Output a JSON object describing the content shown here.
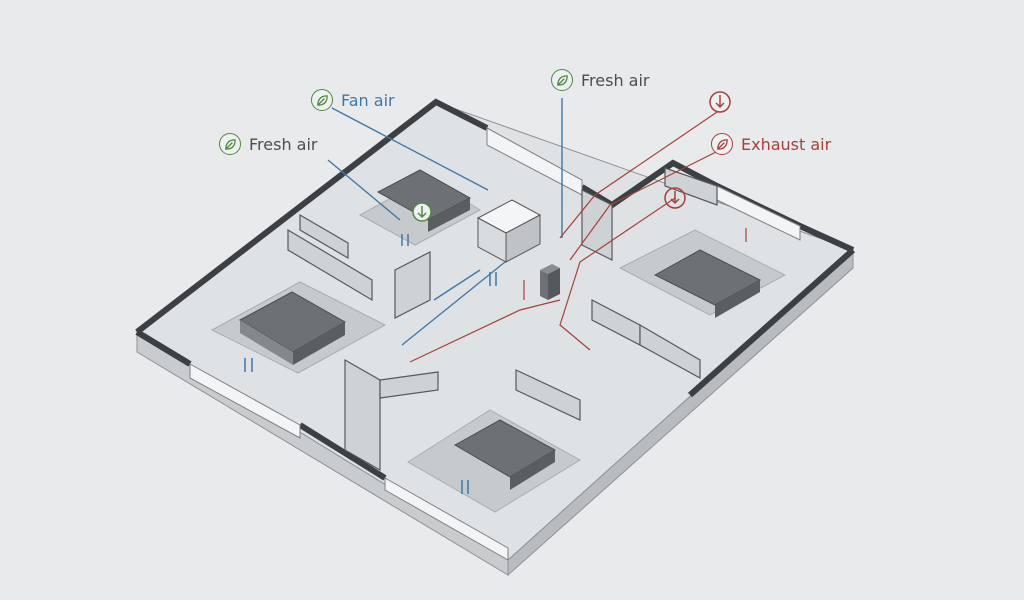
{
  "labels": {
    "fan_air": "Fan air",
    "fresh_air_left": "Fresh air",
    "fresh_air_top": "Fresh air",
    "exhaust_air": "Exhaust air"
  },
  "colors": {
    "fresh": "#4f8a3f",
    "supply": "#3f78a8",
    "exhaust": "#a8403a",
    "wall": "#3c3f43",
    "floor": "#dcdfe1",
    "rug": "#c7cacd",
    "bed": "#6d7175"
  },
  "icons": {
    "fresh": "leaf-icon",
    "fan": "leaf-icon",
    "exhaust": "leaf-icon",
    "arrow": "arrow-down-icon"
  }
}
